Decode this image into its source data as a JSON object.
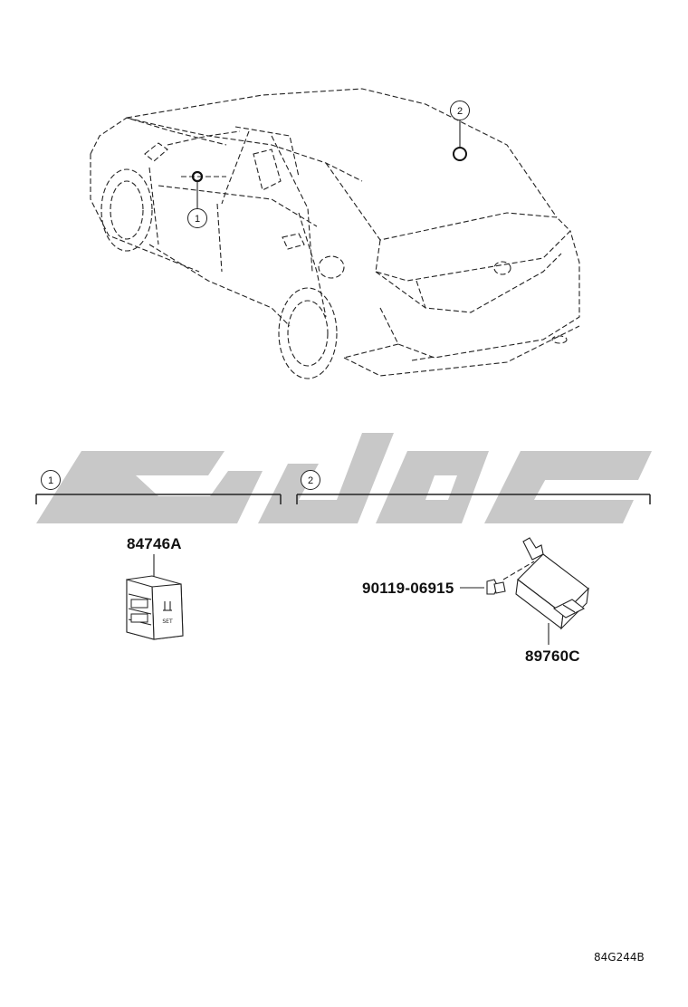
{
  "callouts": {
    "c1": "1",
    "c2": "2"
  },
  "parts": {
    "switch_part": "84746A",
    "bolt_part": "90119-06915",
    "module_part": "89760C"
  },
  "switch_face_text": "SET",
  "diagram_code": "84G244B",
  "watermark": {
    "description_icon": "watermark-logo",
    "color": "#c8c8c8"
  }
}
